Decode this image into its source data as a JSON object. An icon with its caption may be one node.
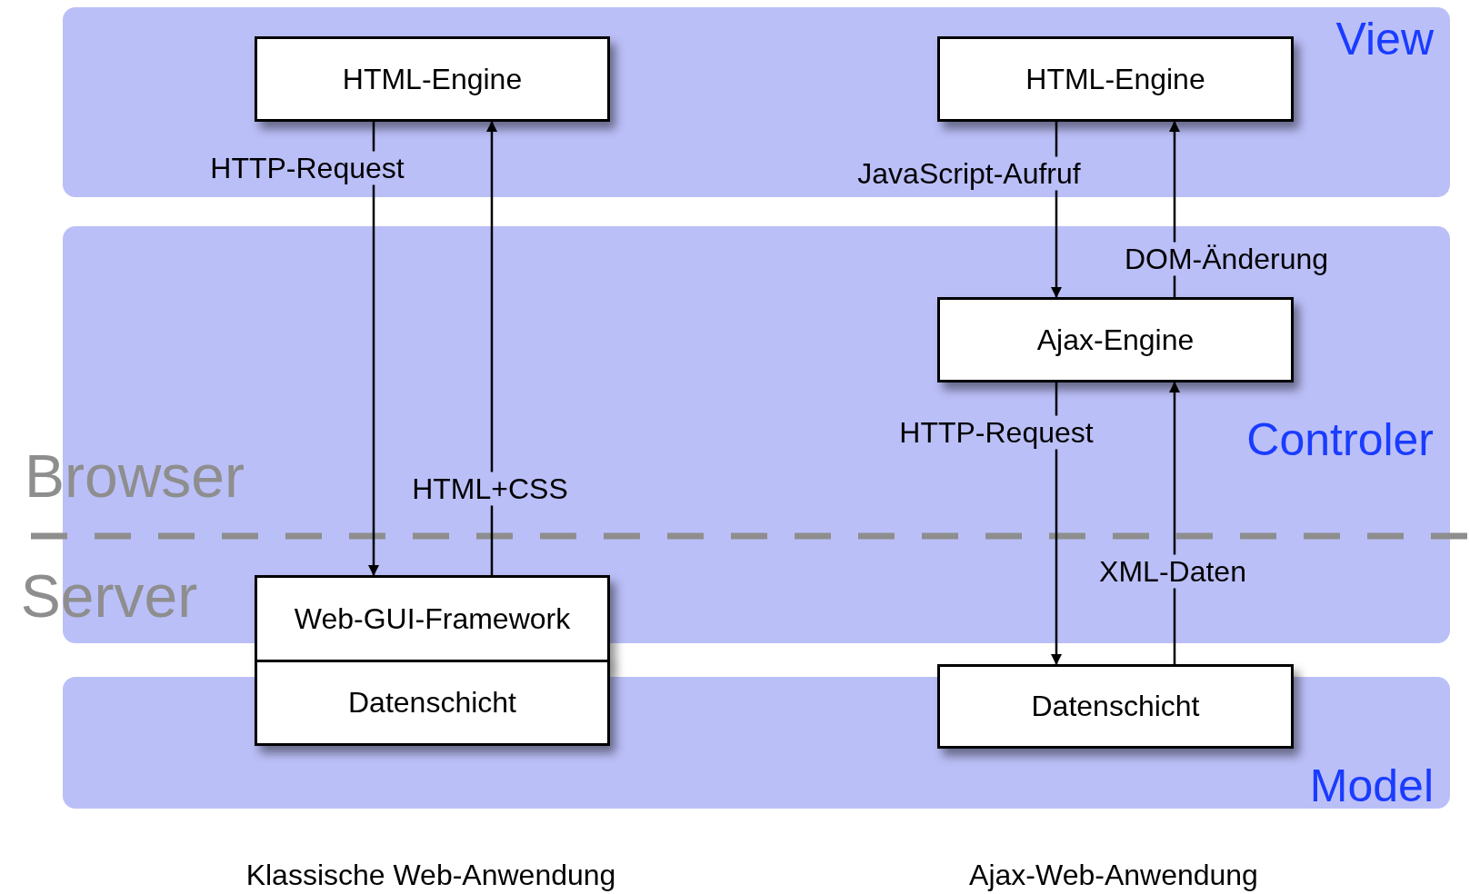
{
  "diagram": {
    "nodes": [
      {
        "text": [
          "View"
        ]
      },
      {
        "text": [
          "HTML-Engine"
        ],
        "in": 0
      },
      {
        "text": [
          "HTML-Engine"
        ],
        "in": 0
      },
      {
        "text": [
          "Controler"
        ]
      },
      {
        "text": [
          "Ajax-Engine"
        ],
        "in": 3
      },
      {
        "text": [
          "Model"
        ]
      },
      {
        "text": [
          "Web-GUI-Framework"
        ]
      },
      {
        "text": [
          "Datenschicht"
        ]
      },
      {
        "text": [
          "Datenschicht"
        ]
      }
    ],
    "edges": [
      {
        "from": 1,
        "to": 6,
        "arrow": "to",
        "label": "HTTP-Request"
      },
      {
        "from": 6,
        "to": 1,
        "arrow": "to",
        "label": "HTML+CSS"
      },
      {
        "from": 2,
        "to": 4,
        "arrow": "to",
        "label": "JavaScript-Aufruf"
      },
      {
        "from": 4,
        "to": 2,
        "arrow": "to",
        "label": "DOM-Änderung"
      },
      {
        "from": 4,
        "to": 8,
        "arrow": "to",
        "label": "HTTP-Request"
      },
      {
        "from": 8,
        "to": 4,
        "arrow": "to",
        "label": "XML-Daten"
      }
    ],
    "labels": [
      "Browser",
      "Server",
      "Klassische Web-Anwendung",
      "Ajax-Web-Anwendung"
    ]
  }
}
